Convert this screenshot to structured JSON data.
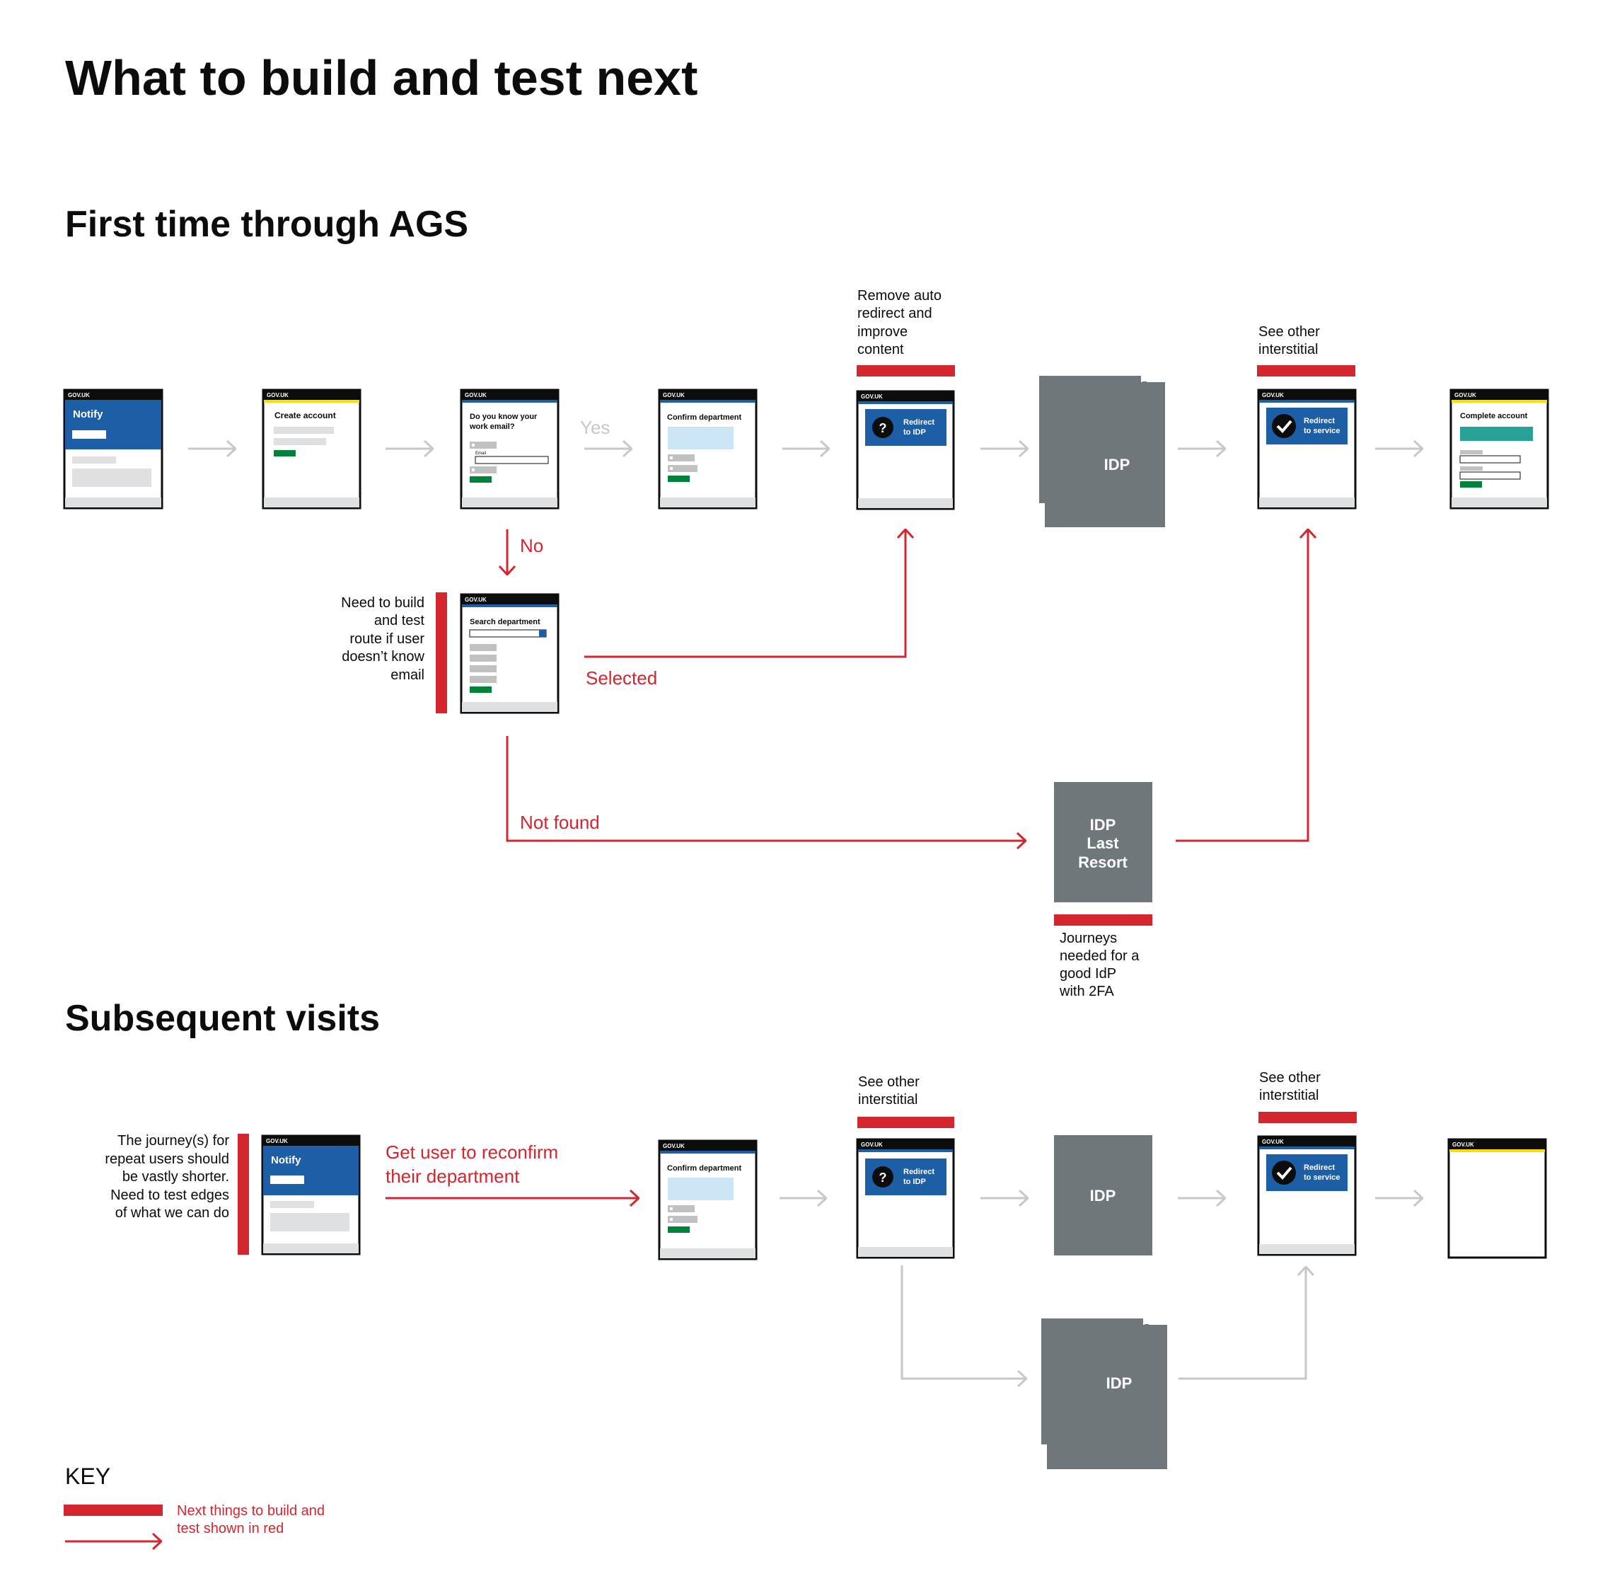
{
  "title": "What to build and test next",
  "colors": {
    "red": "#d4262e",
    "grey_line": "#c6c8ca",
    "blue": "#1d5fa6",
    "idp_grey": "#6f777b",
    "gov_black": "#0b0c0c",
    "green": "#00823b",
    "teal": "#28a197",
    "light_blue": "#cde6f5",
    "light_grey": "#dee0e2",
    "yellow": "#ffdd00"
  },
  "sections": {
    "first": {
      "heading": "First time through AGS"
    },
    "subsequent": {
      "heading": "Subsequent visits"
    }
  },
  "common": {
    "govuk": "GOV.UK"
  },
  "screens": {
    "notify": "Notify",
    "create_account": "Create account",
    "work_email": [
      "Do you know your",
      "work email?"
    ],
    "email_label": "Email",
    "confirm_department": "Confirm department",
    "search_department": "Search department",
    "redirect_idp": [
      "Redirect",
      "to IDP"
    ],
    "redirect_service": [
      "Redirect",
      "to service"
    ],
    "complete_account": "Complete account",
    "idp": "IDP",
    "idp_last_resort": [
      "IDP",
      "Last",
      "Resort"
    ]
  },
  "labels": {
    "yes": "Yes",
    "no": "No",
    "selected": "Selected",
    "not_found": "Not found",
    "reconfirm": [
      "Get user to reconfirm",
      "their department"
    ]
  },
  "notes": {
    "remove_auto": [
      "Remove auto",
      "redirect and",
      "improve",
      "content"
    ],
    "see_other_1": [
      "See other",
      "interstitial"
    ],
    "need_to_build": [
      "Need to build",
      "and test",
      "route if user",
      "doesn’t know",
      "email"
    ],
    "journeys_needed": [
      "Journeys",
      "needed for a",
      "good IdP",
      "with 2FA"
    ],
    "repeat_users": [
      "The journey(s) for",
      "repeat users should",
      "be vastly shorter.",
      "Need to test edges",
      "of what we can do"
    ],
    "see_other_2": [
      "See other",
      "interstitial"
    ],
    "see_other_3": [
      "See other",
      "interstitial"
    ]
  },
  "key": {
    "heading": "KEY",
    "text": [
      "Next things to build and",
      "test shown in red"
    ]
  }
}
